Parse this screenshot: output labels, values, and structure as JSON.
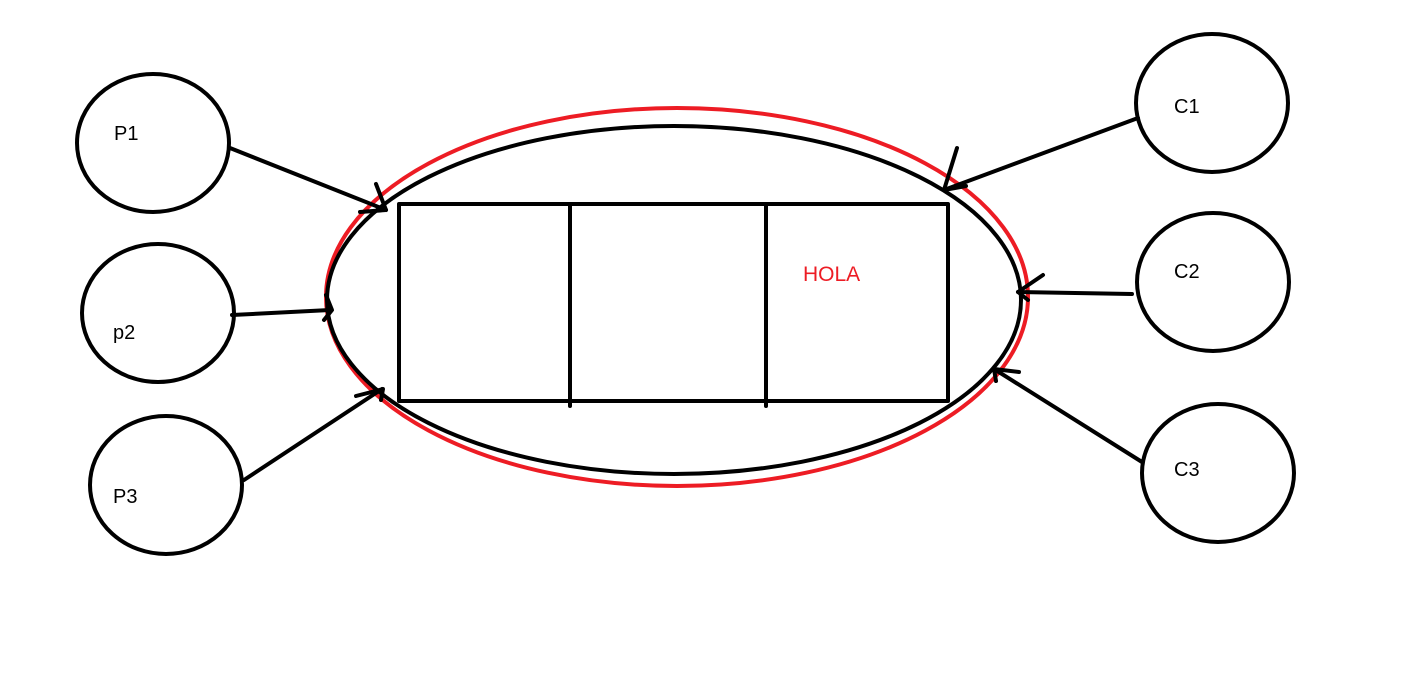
{
  "nodes": {
    "producers": [
      {
        "label": "P1"
      },
      {
        "label": "p2"
      },
      {
        "label": "P3"
      }
    ],
    "consumers": [
      {
        "label": "C1"
      },
      {
        "label": "C2"
      },
      {
        "label": "C3"
      }
    ]
  },
  "buffer": {
    "slot_text": "HOLA"
  },
  "colors": {
    "ink": "#000000",
    "highlight": "#ed1c24",
    "background": "#ffffff"
  }
}
